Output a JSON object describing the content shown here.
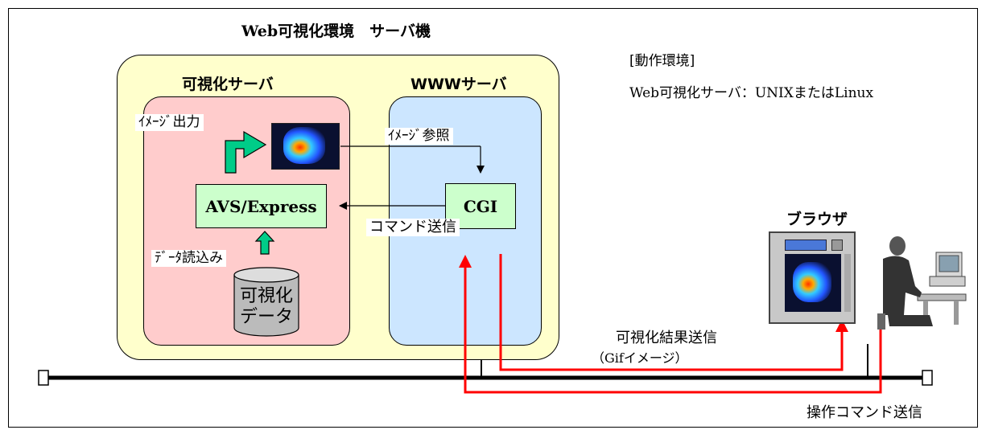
{
  "title": "Web可視化環境　サーバ機",
  "viz_server": {
    "title": "可視化サーバ",
    "avs_label": "AVS/Express",
    "image_output_label": "ｲﾒｰｼﾞ出力",
    "data_read_label": "ﾃﾞｰﾀ読込み",
    "data_store_label": [
      "可視化",
      "データ"
    ]
  },
  "www_server": {
    "title": "WWWサーバ",
    "cgi_label": "CGI",
    "image_ref_label": "ｲﾒｰｼﾞ参照",
    "command_send_label": "コマンド送信"
  },
  "environment": {
    "heading": "[動作環境]",
    "detail": "Web可視化サーバ：UNIXまたはLinux"
  },
  "browser": {
    "title": "ブラウザ"
  },
  "network": {
    "result_label": "可視化結果送信",
    "result_sub_label": "（Gifイメージ）",
    "command_label": "操作コマンド送信"
  },
  "colors": {
    "server_bg": "#ffffcc",
    "viz_bg": "#ffcccc",
    "www_bg": "#cce6ff",
    "module_bg": "#ccffcc",
    "flow_arrow": "#00cc88",
    "network_arrow": "#ff0000"
  },
  "icons": [
    "image-output-arrow-icon",
    "data-read-arrow-icon",
    "database-icon",
    "browser-window-icon",
    "user-at-pc-icon"
  ]
}
